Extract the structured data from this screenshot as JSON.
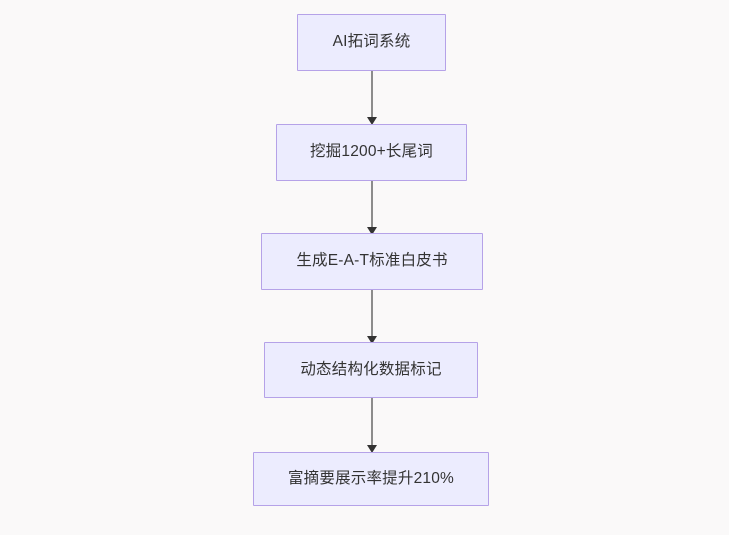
{
  "diagram": {
    "type": "flowchart",
    "direction": "top-to-bottom",
    "background_color": "#faf9f9",
    "node_fill_color": "#ececfe",
    "node_border_color": "#b5a2e8",
    "node_text_color": "#333333",
    "edge_line_color": "#8c8c8c",
    "edge_arrow_color": "#333333",
    "nodes": [
      {
        "id": "node-1",
        "label": "AI拓词系统"
      },
      {
        "id": "node-2",
        "label": "挖掘1200+长尾词"
      },
      {
        "id": "node-3",
        "label": "生成E-A-T标准白皮书"
      },
      {
        "id": "node-4",
        "label": "动态结构化数据标记"
      },
      {
        "id": "node-5",
        "label": "富摘要展示率提升210%"
      }
    ],
    "edges": [
      {
        "id": "edge-1",
        "from": "node-1",
        "to": "node-2",
        "label": ""
      },
      {
        "id": "edge-2",
        "from": "node-2",
        "to": "node-3",
        "label": ""
      },
      {
        "id": "edge-3",
        "from": "node-3",
        "to": "node-4",
        "label": ""
      },
      {
        "id": "edge-4",
        "from": "node-4",
        "to": "node-5",
        "label": ""
      }
    ]
  }
}
